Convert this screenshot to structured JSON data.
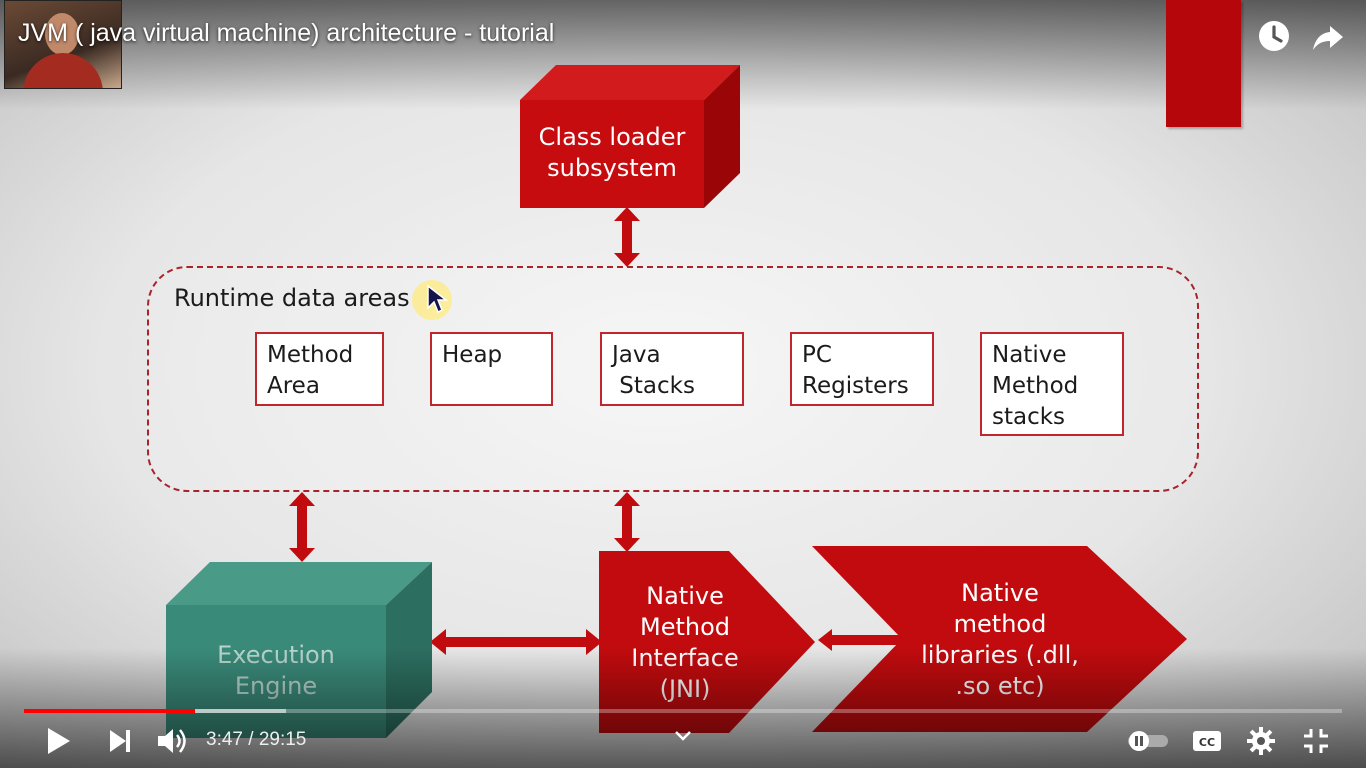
{
  "video": {
    "title": "JVM ( java virtual machine) architecture - tutorial"
  },
  "slide": {
    "class_loader": [
      "Class loader",
      "subsystem"
    ],
    "runtime_title": "Runtime data areas",
    "areas": [
      [
        "Method",
        "Area"
      ],
      [
        "Heap"
      ],
      [
        "Java",
        " Stacks"
      ],
      [
        "PC",
        "Registers"
      ],
      [
        "Native",
        "Method",
        "stacks"
      ]
    ],
    "execution_engine": [
      "Execution",
      "Engine"
    ],
    "jni": [
      "Native",
      "Method",
      "Interface",
      "(JNI)"
    ],
    "libraries": [
      "Native",
      "method",
      "libraries (.dll,",
      ".so etc)"
    ],
    "colors": {
      "red": "#c10b0e",
      "teal": "#3a8a79",
      "dashed": "#a8242a"
    }
  },
  "player": {
    "time_display": "3:47 / 29:15",
    "progress_played": 0.13,
    "icons": [
      "watch-later-icon",
      "share-icon",
      "play-icon",
      "next-icon",
      "volume-icon",
      "chevron-down-icon",
      "autoplay-toggle-icon",
      "captions-icon",
      "settings-icon",
      "exit-fullscreen-icon"
    ]
  }
}
